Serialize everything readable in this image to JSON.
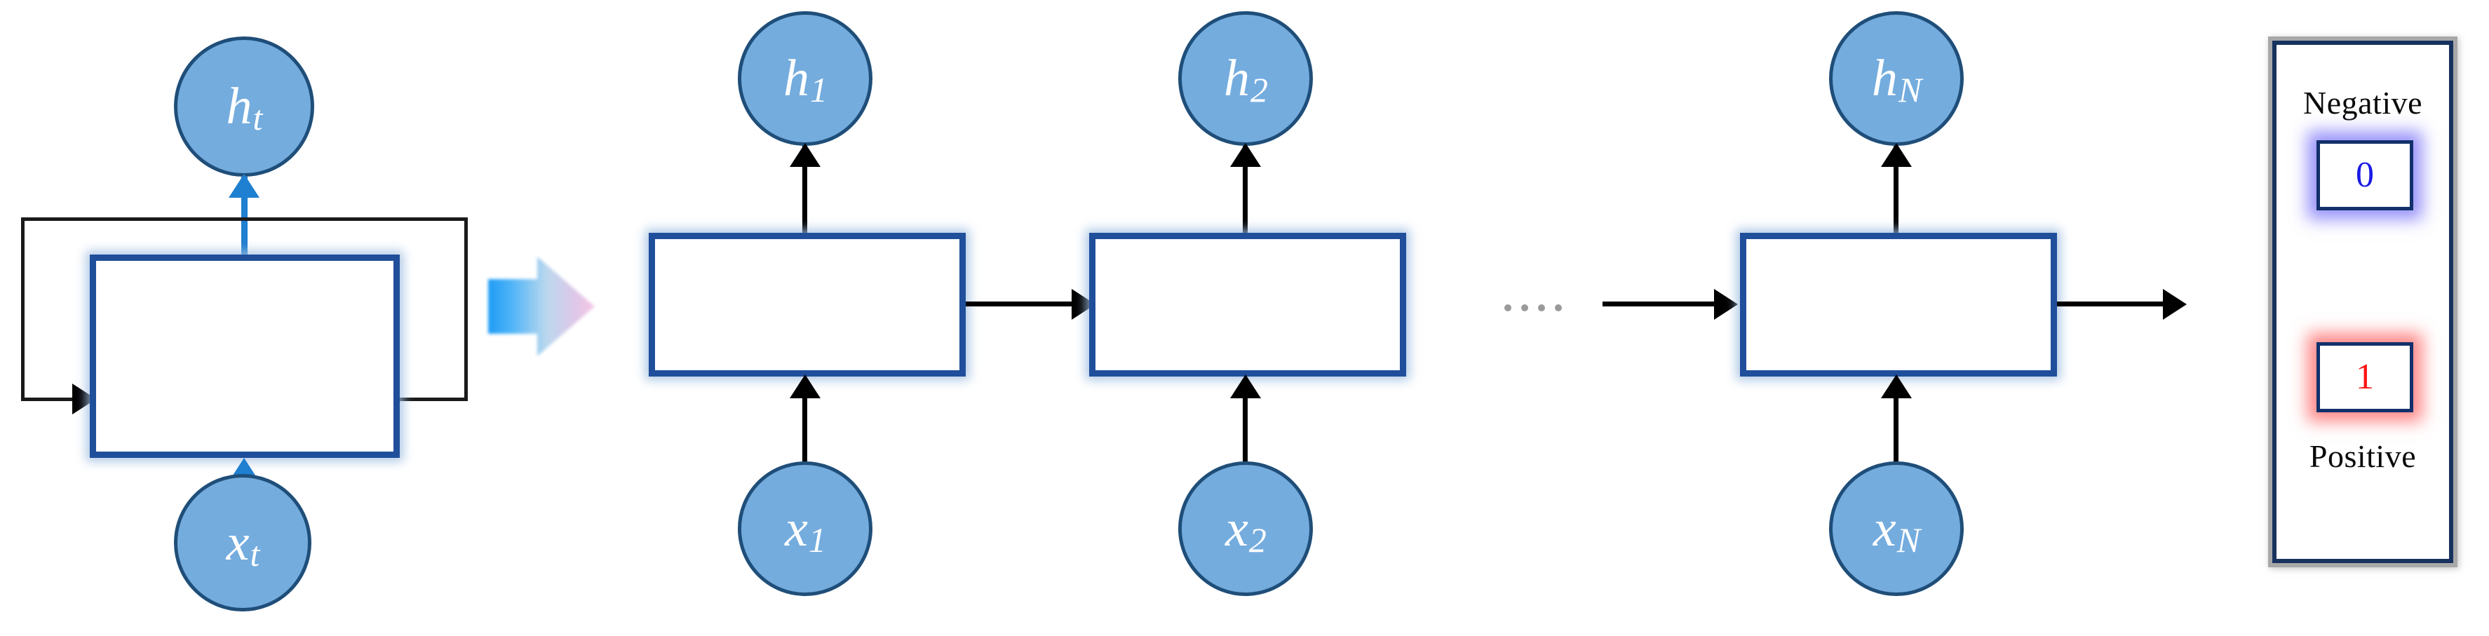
{
  "diagram": {
    "title": "Recurrent Neural Network unrolled over time for sentiment classification",
    "colors": {
      "node_fill": "#74ACDE",
      "node_border": "#1F4E79",
      "cell_border": "#1F4E9B",
      "cell_glow": "#A0BEE1",
      "arrow_black": "#000000",
      "arrow_blue": "#1F7FD0",
      "ellipsis_dot": "#9A9A9A",
      "class_border": "#17325E",
      "class_shadow": "#A8A8A8",
      "negative_text": "#1A1AE6",
      "negative_glow": "#5A50F5",
      "positive_text": "#FF1414",
      "positive_glow": "#FF5555",
      "gradient_arrow_start": "#1E9BF5",
      "gradient_arrow_end": "#F2C8E8"
    }
  },
  "folded": {
    "output_node": {
      "base": "h",
      "sub": "t"
    },
    "input_node": {
      "base": "x",
      "sub": "t"
    },
    "cell_label": "",
    "recurrent_loop_name": "self-recurrent-connection"
  },
  "transition": {
    "icon": "block-arrow-right-icon"
  },
  "unrolled": {
    "steps": [
      {
        "output_node": {
          "base": "h",
          "sub": "1"
        },
        "input_node": {
          "base": "x",
          "sub": "1"
        },
        "cell_label": ""
      },
      {
        "output_node": {
          "base": "h",
          "sub": "2"
        },
        "input_node": {
          "base": "x",
          "sub": "2"
        },
        "cell_label": ""
      },
      {
        "output_node": {
          "base": "h",
          "sub": "N"
        },
        "input_node": {
          "base": "x",
          "sub": "N"
        },
        "cell_label": ""
      }
    ],
    "ellipsis": {
      "dot_count": 4,
      "meaning": "continued-time-steps"
    }
  },
  "classifier": {
    "negative_label": "Negative",
    "negative_value": "0",
    "positive_value": "1",
    "positive_label": "Positive"
  }
}
